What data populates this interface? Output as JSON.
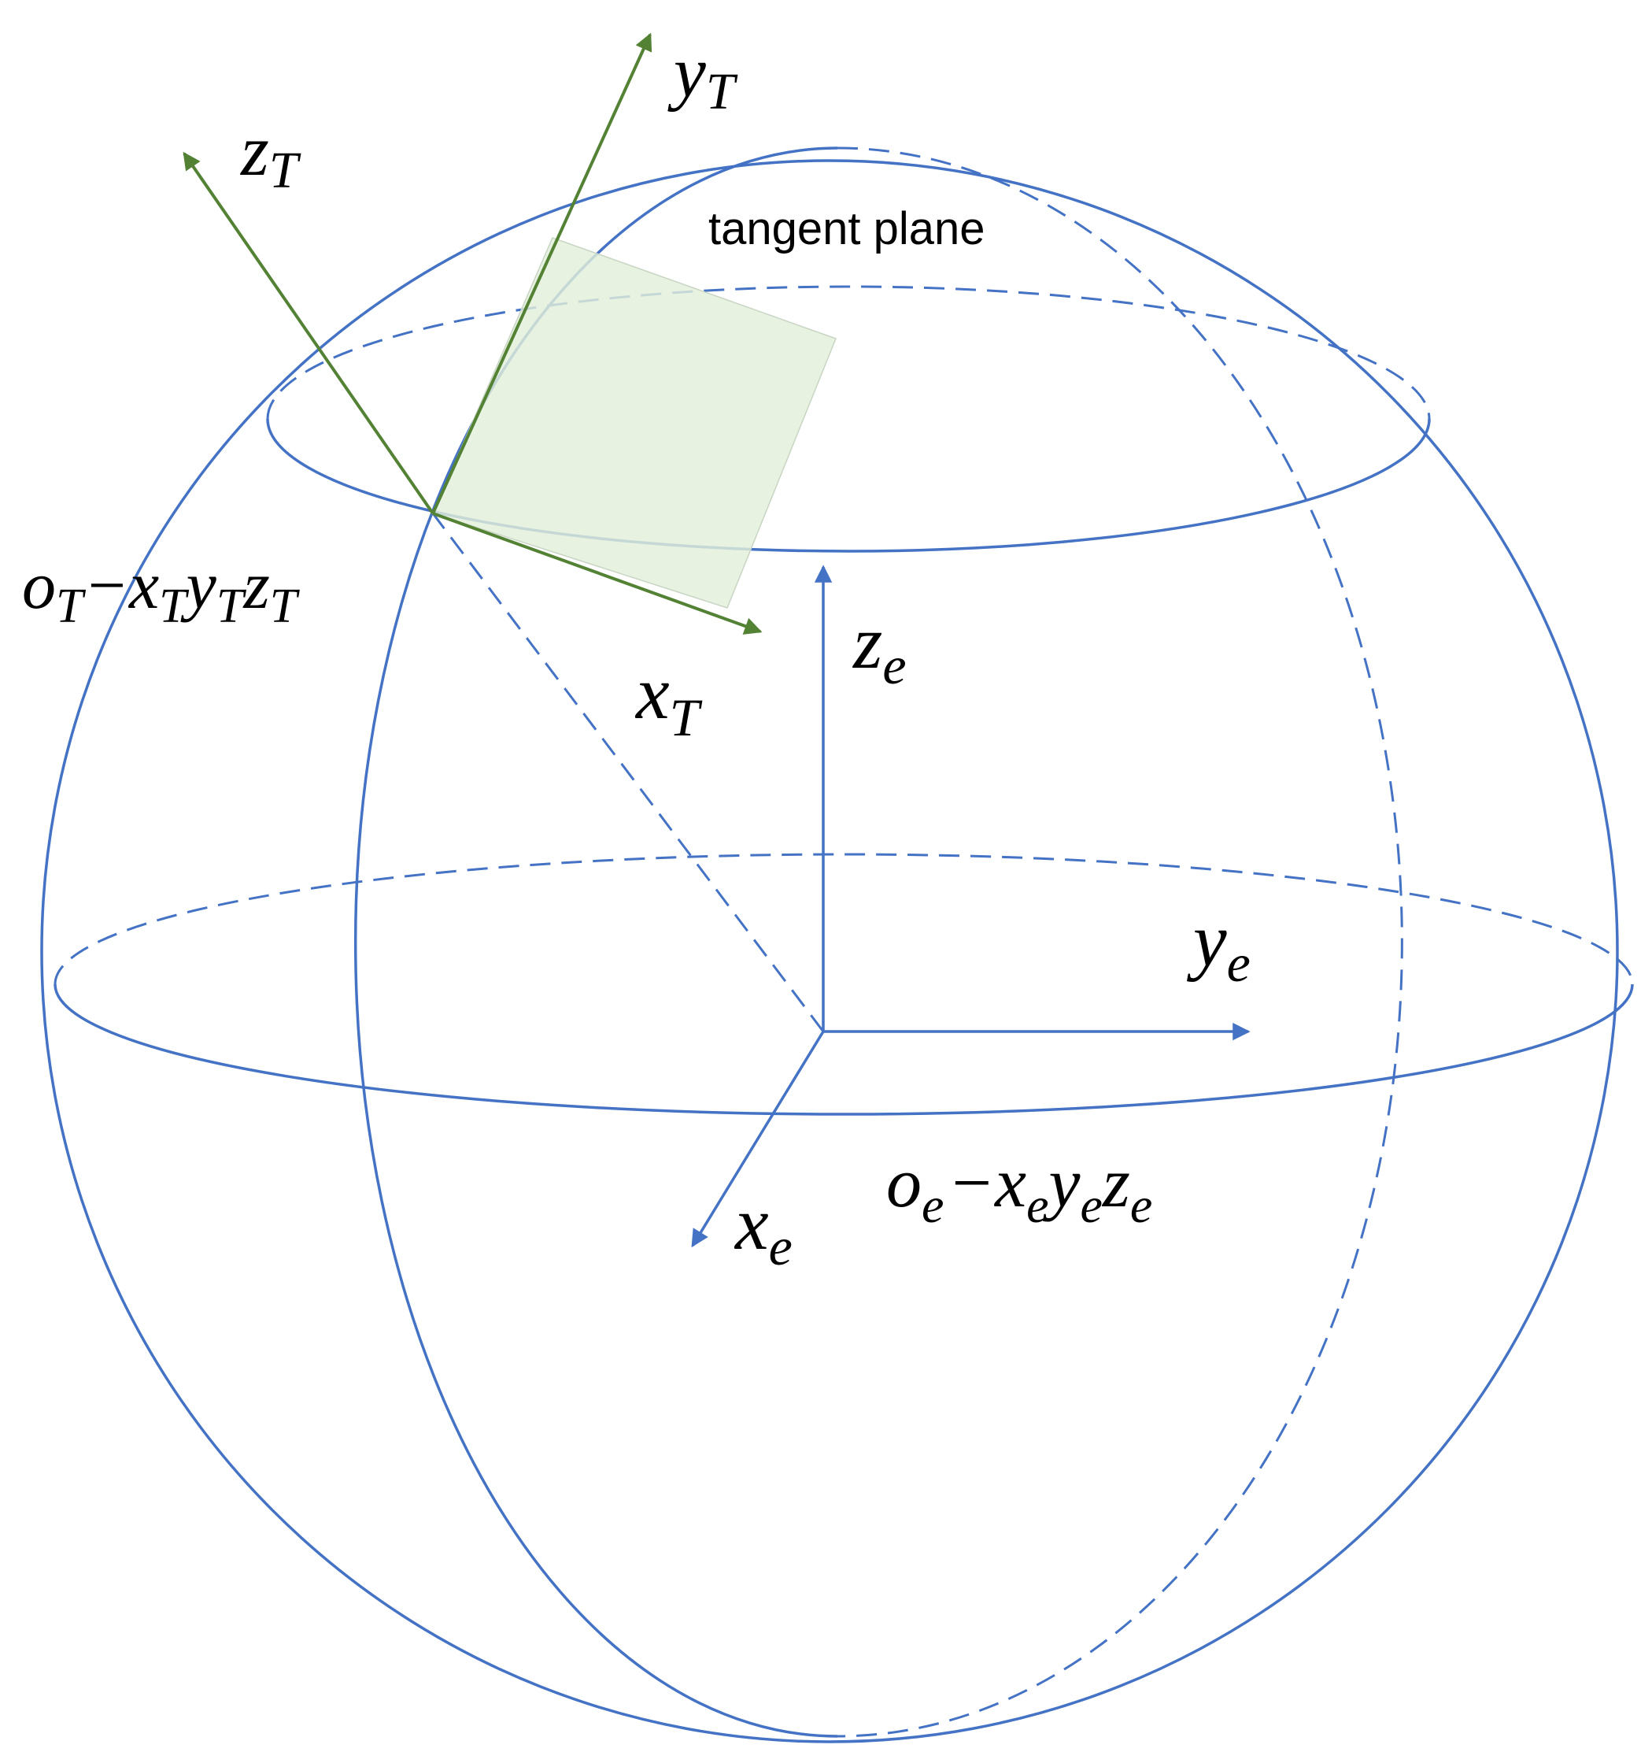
{
  "labels": {
    "tangent_plane": "tangent plane",
    "earth_axes": {
      "x": {
        "base": "x",
        "sub": "e"
      },
      "y": {
        "base": "y",
        "sub": "e"
      },
      "z": {
        "base": "z",
        "sub": "e"
      }
    },
    "local_axes": {
      "x": {
        "base": "x",
        "sub": "T"
      },
      "y": {
        "base": "y",
        "sub": "T"
      },
      "z": {
        "base": "z",
        "sub": "T"
      }
    },
    "earth_frame": [
      {
        "base": "o",
        "sub": "e"
      },
      {
        "base": "−",
        "sub": ""
      },
      {
        "base": "x",
        "sub": "e"
      },
      {
        "base": "y",
        "sub": "e"
      },
      {
        "base": "z",
        "sub": "e"
      }
    ],
    "local_frame": [
      {
        "base": "o",
        "sub": "T"
      },
      {
        "base": "−",
        "sub": ""
      },
      {
        "base": "x",
        "sub": "T"
      },
      {
        "base": "y",
        "sub": "T"
      },
      {
        "base": "z",
        "sub": "T"
      }
    ]
  },
  "colors": {
    "sphere_outline": "#4472c4",
    "earth_axes": "#4472c4",
    "local_axes": "#548235",
    "tangent_plane_fill": "#e2efda"
  }
}
